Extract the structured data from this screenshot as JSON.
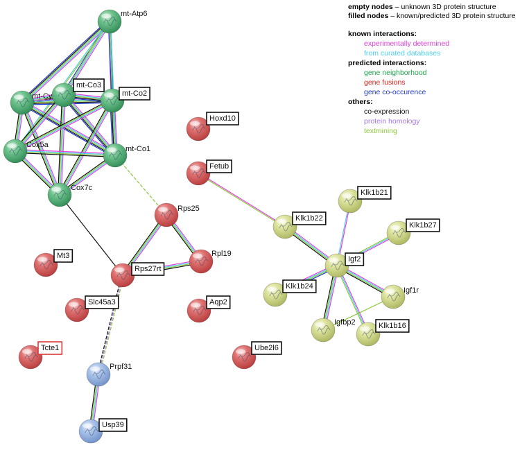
{
  "legend": {
    "empty_nodes_label": "empty nodes",
    "empty_nodes_desc": " – unknown 3D protein structure",
    "filled_nodes_label": "filled nodes",
    "filled_nodes_desc": " – known/predicted 3D protein structure",
    "known_heading": "known interactions:",
    "known": [
      {
        "label": "experimentally determined",
        "color": "#e43fe0"
      },
      {
        "label": "from curated databases",
        "color": "#4ccfe8"
      }
    ],
    "predicted_heading": "predicted interactions:",
    "predicted": [
      {
        "label": "gene neighborhood",
        "color": "#1aa64a"
      },
      {
        "label": "gene fusions",
        "color": "#e0201c"
      },
      {
        "label": "gene co-occurence",
        "color": "#2038d0"
      }
    ],
    "others_heading": "others:",
    "others": [
      {
        "label": "co-expression",
        "color": "#111111"
      },
      {
        "label": "protein homology",
        "color": "#a878e8"
      },
      {
        "label": "textmining",
        "color": "#8cc83c"
      }
    ]
  },
  "colors": {
    "green": "#4cae72",
    "red": "#d85a5a",
    "yellowgreen": "#d2da8c",
    "blue": "#9db8e4"
  },
  "nodes": [
    {
      "id": "mt-Atp6",
      "label": "mt-Atp6",
      "color": "green",
      "boxed": false
    },
    {
      "id": "mt-Cytb",
      "label": "mt-Cytb",
      "color": "green",
      "boxed": false
    },
    {
      "id": "mt-Co3",
      "label": "mt-Co3",
      "color": "green",
      "boxed": true
    },
    {
      "id": "mt-Co2",
      "label": "mt-Co2",
      "color": "green",
      "boxed": true
    },
    {
      "id": "Cox5a",
      "label": "Cox5a",
      "color": "green",
      "boxed": false
    },
    {
      "id": "mt-Co1",
      "label": "mt-Co1",
      "color": "green",
      "boxed": false
    },
    {
      "id": "Cox7c",
      "label": "Cox7c",
      "color": "green",
      "boxed": false
    },
    {
      "id": "Hoxd10",
      "label": "Hoxd10",
      "color": "red",
      "boxed": true
    },
    {
      "id": "Fetub",
      "label": "Fetub",
      "color": "red",
      "boxed": true
    },
    {
      "id": "Rps25",
      "label": "Rps25",
      "color": "red",
      "boxed": false
    },
    {
      "id": "Rpl19",
      "label": "Rpl19",
      "color": "red",
      "boxed": false
    },
    {
      "id": "Rps27rt",
      "label": "Rps27rt",
      "color": "red",
      "boxed": true
    },
    {
      "id": "Mt3",
      "label": "Mt3",
      "color": "red",
      "boxed": true
    },
    {
      "id": "Slc45a3",
      "label": "Slc45a3",
      "color": "red",
      "boxed": true
    },
    {
      "id": "Aqp2",
      "label": "Aqp2",
      "color": "red",
      "boxed": true
    },
    {
      "id": "Tcte1",
      "label": "Tcte1",
      "color": "red",
      "boxed": true,
      "highlight": true
    },
    {
      "id": "Ube2l6",
      "label": "Ube2l6",
      "color": "red",
      "boxed": true
    },
    {
      "id": "Prpf31",
      "label": "Prpf31",
      "color": "blue",
      "boxed": false
    },
    {
      "id": "Usp39",
      "label": "Usp39",
      "color": "blue",
      "boxed": true
    },
    {
      "id": "Klk1b21",
      "label": "Klk1b21",
      "color": "yellowgreen",
      "boxed": true
    },
    {
      "id": "Klk1b22",
      "label": "Klk1b22",
      "color": "yellowgreen",
      "boxed": true
    },
    {
      "id": "Klk1b27",
      "label": "Klk1b27",
      "color": "yellowgreen",
      "boxed": true
    },
    {
      "id": "Igf2",
      "label": "Igf2",
      "color": "yellowgreen",
      "boxed": true
    },
    {
      "id": "Klk1b24",
      "label": "Klk1b24",
      "color": "yellowgreen",
      "boxed": true
    },
    {
      "id": "Igf1r",
      "label": "Igf1r",
      "color": "yellowgreen",
      "boxed": false
    },
    {
      "id": "Igfbp2",
      "label": "Igfbp2",
      "color": "yellowgreen",
      "boxed": false
    },
    {
      "id": "Klk1b16",
      "label": "Klk1b16",
      "color": "yellowgreen",
      "boxed": true
    }
  ],
  "edges": [
    {
      "source": "mt-Atp6",
      "target": "mt-Cytb",
      "types": [
        "#e43fe0",
        "#4ccfe8",
        "#8cc83c",
        "#111111",
        "#2038d0"
      ]
    },
    {
      "source": "mt-Atp6",
      "target": "mt-Co3",
      "types": [
        "#e43fe0",
        "#4ccfe8",
        "#8cc83c",
        "#2038d0"
      ]
    },
    {
      "source": "mt-Atp6",
      "target": "mt-Co2",
      "types": [
        "#2038d0",
        "#4ccfe8",
        "#e43fe0"
      ]
    },
    {
      "source": "mt-Atp6",
      "target": "mt-Co1",
      "types": [
        "#4ccfe8",
        "#8cc83c",
        "#2038d0"
      ]
    },
    {
      "source": "mt-Atp6",
      "target": "Cox5a",
      "types": [
        "#8cc83c",
        "#4ccfe8"
      ]
    },
    {
      "source": "mt-Cytb",
      "target": "mt-Co3",
      "types": [
        "#e43fe0",
        "#4ccfe8",
        "#8cc83c",
        "#111111",
        "#2038d0"
      ]
    },
    {
      "source": "mt-Cytb",
      "target": "mt-Co2",
      "types": [
        "#e43fe0",
        "#4ccfe8",
        "#8cc83c",
        "#111111",
        "#2038d0"
      ]
    },
    {
      "source": "mt-Cytb",
      "target": "Cox5a",
      "types": [
        "#e43fe0",
        "#4ccfe8",
        "#8cc83c",
        "#111111"
      ]
    },
    {
      "source": "mt-Cytb",
      "target": "mt-Co1",
      "types": [
        "#e43fe0",
        "#4ccfe8",
        "#8cc83c",
        "#111111",
        "#2038d0"
      ]
    },
    {
      "source": "mt-Cytb",
      "target": "Cox7c",
      "types": [
        "#e43fe0",
        "#4ccfe8",
        "#8cc83c",
        "#111111"
      ]
    },
    {
      "source": "mt-Co3",
      "target": "mt-Co2",
      "types": [
        "#e43fe0",
        "#4ccfe8",
        "#8cc83c",
        "#111111",
        "#2038d0"
      ]
    },
    {
      "source": "mt-Co3",
      "target": "Cox5a",
      "types": [
        "#e43fe0",
        "#4ccfe8",
        "#8cc83c",
        "#111111"
      ]
    },
    {
      "source": "mt-Co3",
      "target": "mt-Co1",
      "types": [
        "#e43fe0",
        "#4ccfe8",
        "#8cc83c",
        "#111111",
        "#2038d0"
      ]
    },
    {
      "source": "mt-Co3",
      "target": "Cox7c",
      "types": [
        "#e43fe0",
        "#4ccfe8",
        "#8cc83c",
        "#111111"
      ]
    },
    {
      "source": "mt-Co2",
      "target": "Cox5a",
      "types": [
        "#e43fe0",
        "#4ccfe8",
        "#8cc83c",
        "#111111"
      ]
    },
    {
      "source": "mt-Co2",
      "target": "mt-Co1",
      "types": [
        "#e43fe0",
        "#4ccfe8",
        "#8cc83c",
        "#111111",
        "#2038d0"
      ]
    },
    {
      "source": "mt-Co2",
      "target": "Cox7c",
      "types": [
        "#e43fe0",
        "#4ccfe8",
        "#8cc83c",
        "#111111"
      ]
    },
    {
      "source": "Cox5a",
      "target": "mt-Co1",
      "types": [
        "#e43fe0",
        "#4ccfe8",
        "#8cc83c",
        "#111111"
      ]
    },
    {
      "source": "Cox5a",
      "target": "Cox7c",
      "types": [
        "#e43fe0",
        "#4ccfe8",
        "#8cc83c",
        "#111111"
      ]
    },
    {
      "source": "mt-Co1",
      "target": "Cox7c",
      "types": [
        "#e43fe0",
        "#4ccfe8",
        "#8cc83c",
        "#111111"
      ]
    },
    {
      "source": "mt-Co1",
      "target": "Rps25",
      "types": [
        "#8cc83c"
      ],
      "dashed": true
    },
    {
      "source": "Cox7c",
      "target": "Rps27rt",
      "types": [
        "#111111"
      ]
    },
    {
      "source": "Rps25",
      "target": "Rpl19",
      "types": [
        "#e43fe0",
        "#4ccfe8",
        "#8cc83c",
        "#111111"
      ]
    },
    {
      "source": "Rps25",
      "target": "Rps27rt",
      "types": [
        "#e43fe0",
        "#4ccfe8",
        "#8cc83c",
        "#111111"
      ]
    },
    {
      "source": "Rps27rt",
      "target": "Rpl19",
      "types": [
        "#e43fe0",
        "#4ccfe8",
        "#8cc83c",
        "#111111"
      ]
    },
    {
      "source": "Rps27rt",
      "target": "Prpf31",
      "types": [
        "#8cc83c",
        "#a878e8",
        "#111111"
      ],
      "dashed": true
    },
    {
      "source": "Prpf31",
      "target": "Usp39",
      "types": [
        "#e43fe0",
        "#4ccfe8",
        "#8cc83c",
        "#111111"
      ]
    },
    {
      "source": "Fetub",
      "target": "Klk1b22",
      "types": [
        "#e43fe0",
        "#8cc83c"
      ]
    },
    {
      "source": "Klk1b22",
      "target": "Igf2",
      "types": [
        "#e43fe0",
        "#4ccfe8",
        "#8cc83c",
        "#111111"
      ]
    },
    {
      "source": "Klk1b21",
      "target": "Igf2",
      "types": [
        "#e43fe0",
        "#4ccfe8"
      ]
    },
    {
      "source": "Klk1b27",
      "target": "Igf2",
      "types": [
        "#e43fe0",
        "#4ccfe8",
        "#8cc83c"
      ]
    },
    {
      "source": "Klk1b24",
      "target": "Igf2",
      "types": [
        "#e43fe0",
        "#4ccfe8",
        "#8cc83c",
        "#2038d0"
      ]
    },
    {
      "source": "Igf2",
      "target": "Igf1r",
      "types": [
        "#e43fe0",
        "#4ccfe8",
        "#8cc83c",
        "#111111"
      ]
    },
    {
      "source": "Igf2",
      "target": "Igfbp2",
      "types": [
        "#e43fe0",
        "#4ccfe8",
        "#8cc83c",
        "#111111"
      ]
    },
    {
      "source": "Igf2",
      "target": "Klk1b16",
      "types": [
        "#e43fe0",
        "#4ccfe8",
        "#8cc83c"
      ]
    },
    {
      "source": "Igfbp2",
      "target": "Igf1r",
      "types": [
        "#8cc83c"
      ]
    }
  ]
}
